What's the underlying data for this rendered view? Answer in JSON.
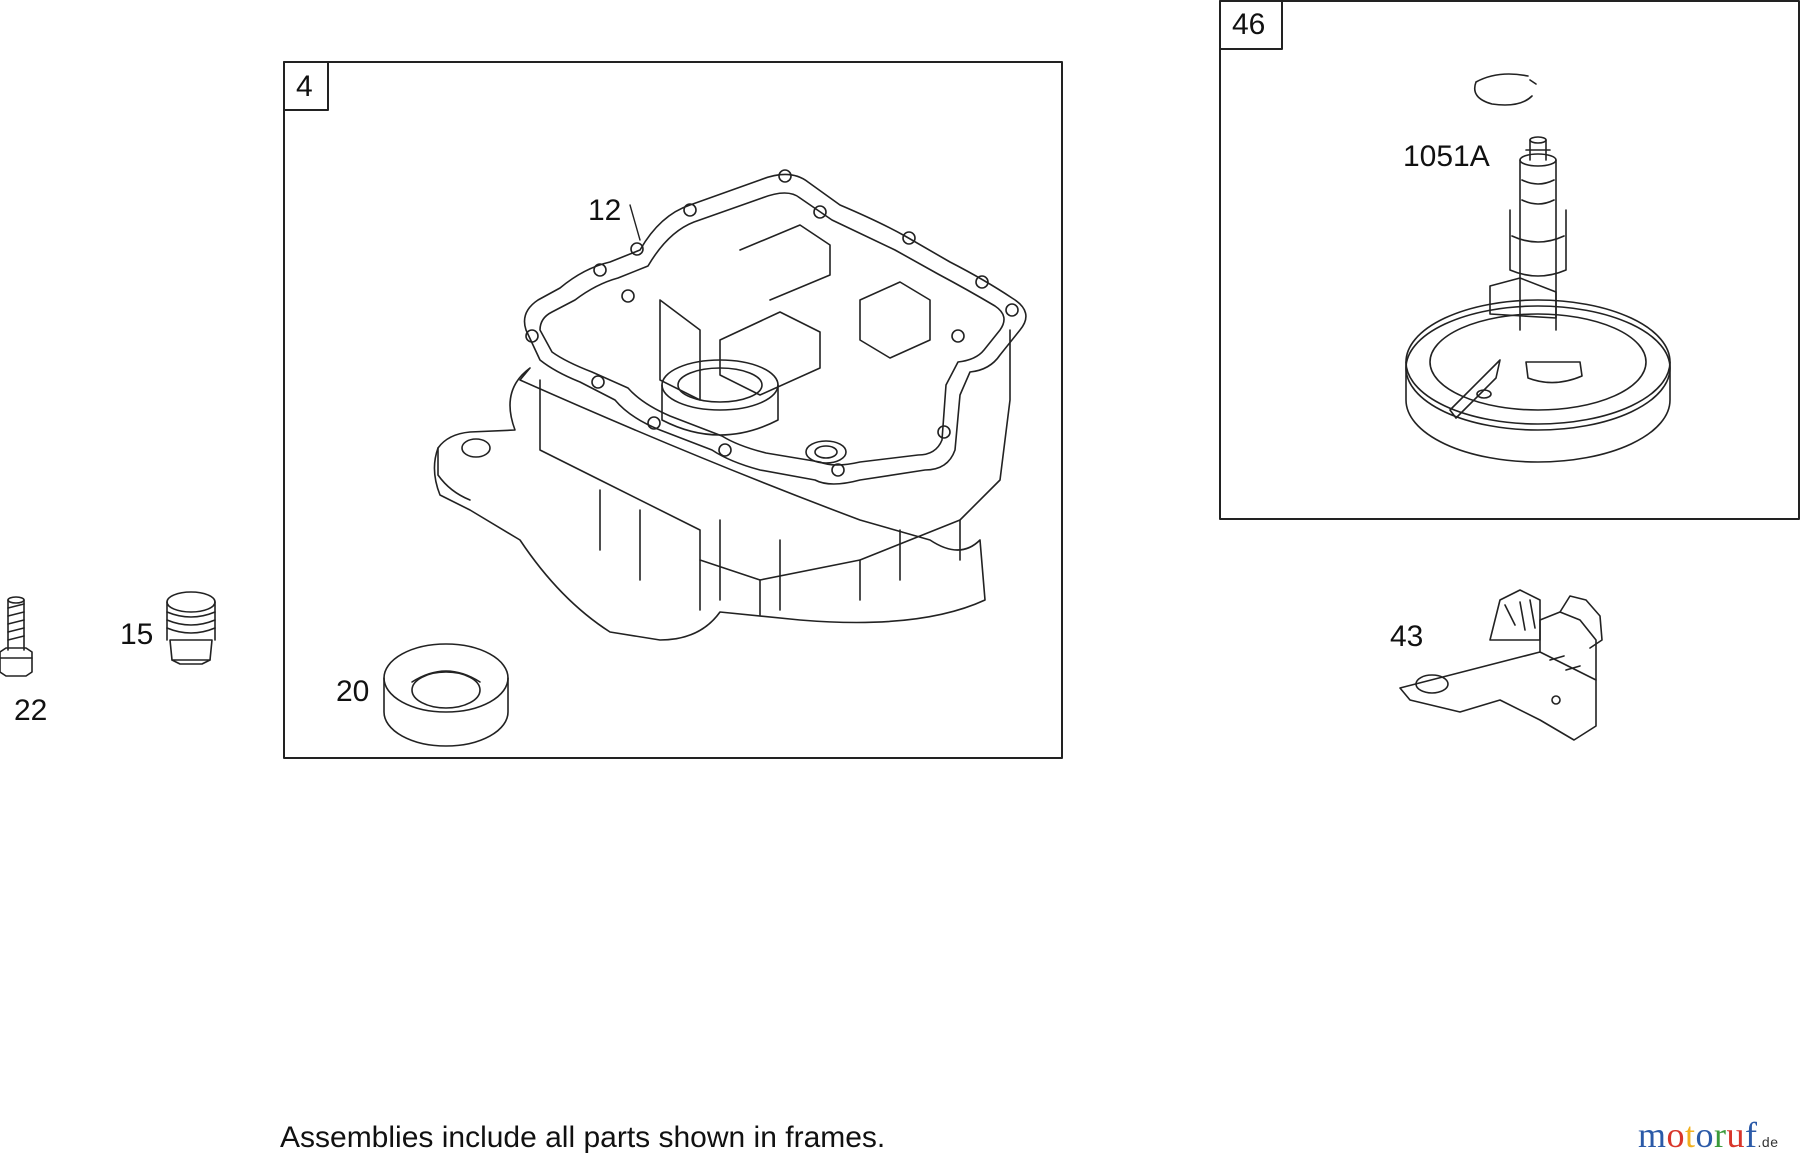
{
  "diagram": {
    "frames": [
      {
        "id": "frame-4",
        "label": "4"
      },
      {
        "id": "frame-46",
        "label": "46"
      }
    ],
    "callouts": {
      "p12": "12",
      "p20": "20",
      "p22": "22",
      "p15": "15",
      "p1051a": "1051A",
      "p43": "43"
    },
    "note": "Assemblies include all parts shown in frames.",
    "watermark": {
      "letters": [
        "m",
        "o",
        "t",
        "o",
        "r",
        "u",
        "f"
      ],
      "colors": [
        "#2b5aa8",
        "#d8352a",
        "#f2b01e",
        "#2b5aa8",
        "#3a9a3a",
        "#d8352a",
        "#2b5aa8"
      ],
      "suffix": ".de"
    }
  }
}
